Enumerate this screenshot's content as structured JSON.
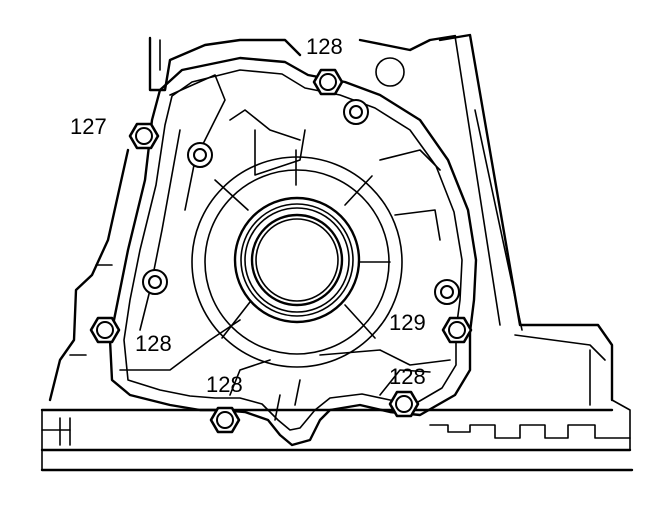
{
  "callouts": [
    {
      "id": "c1",
      "label": "128"
    },
    {
      "id": "c2",
      "label": "127"
    },
    {
      "id": "c3",
      "label": "128"
    },
    {
      "id": "c4",
      "label": "128"
    },
    {
      "id": "c5",
      "label": "128"
    },
    {
      "id": "c6",
      "label": "129"
    }
  ]
}
